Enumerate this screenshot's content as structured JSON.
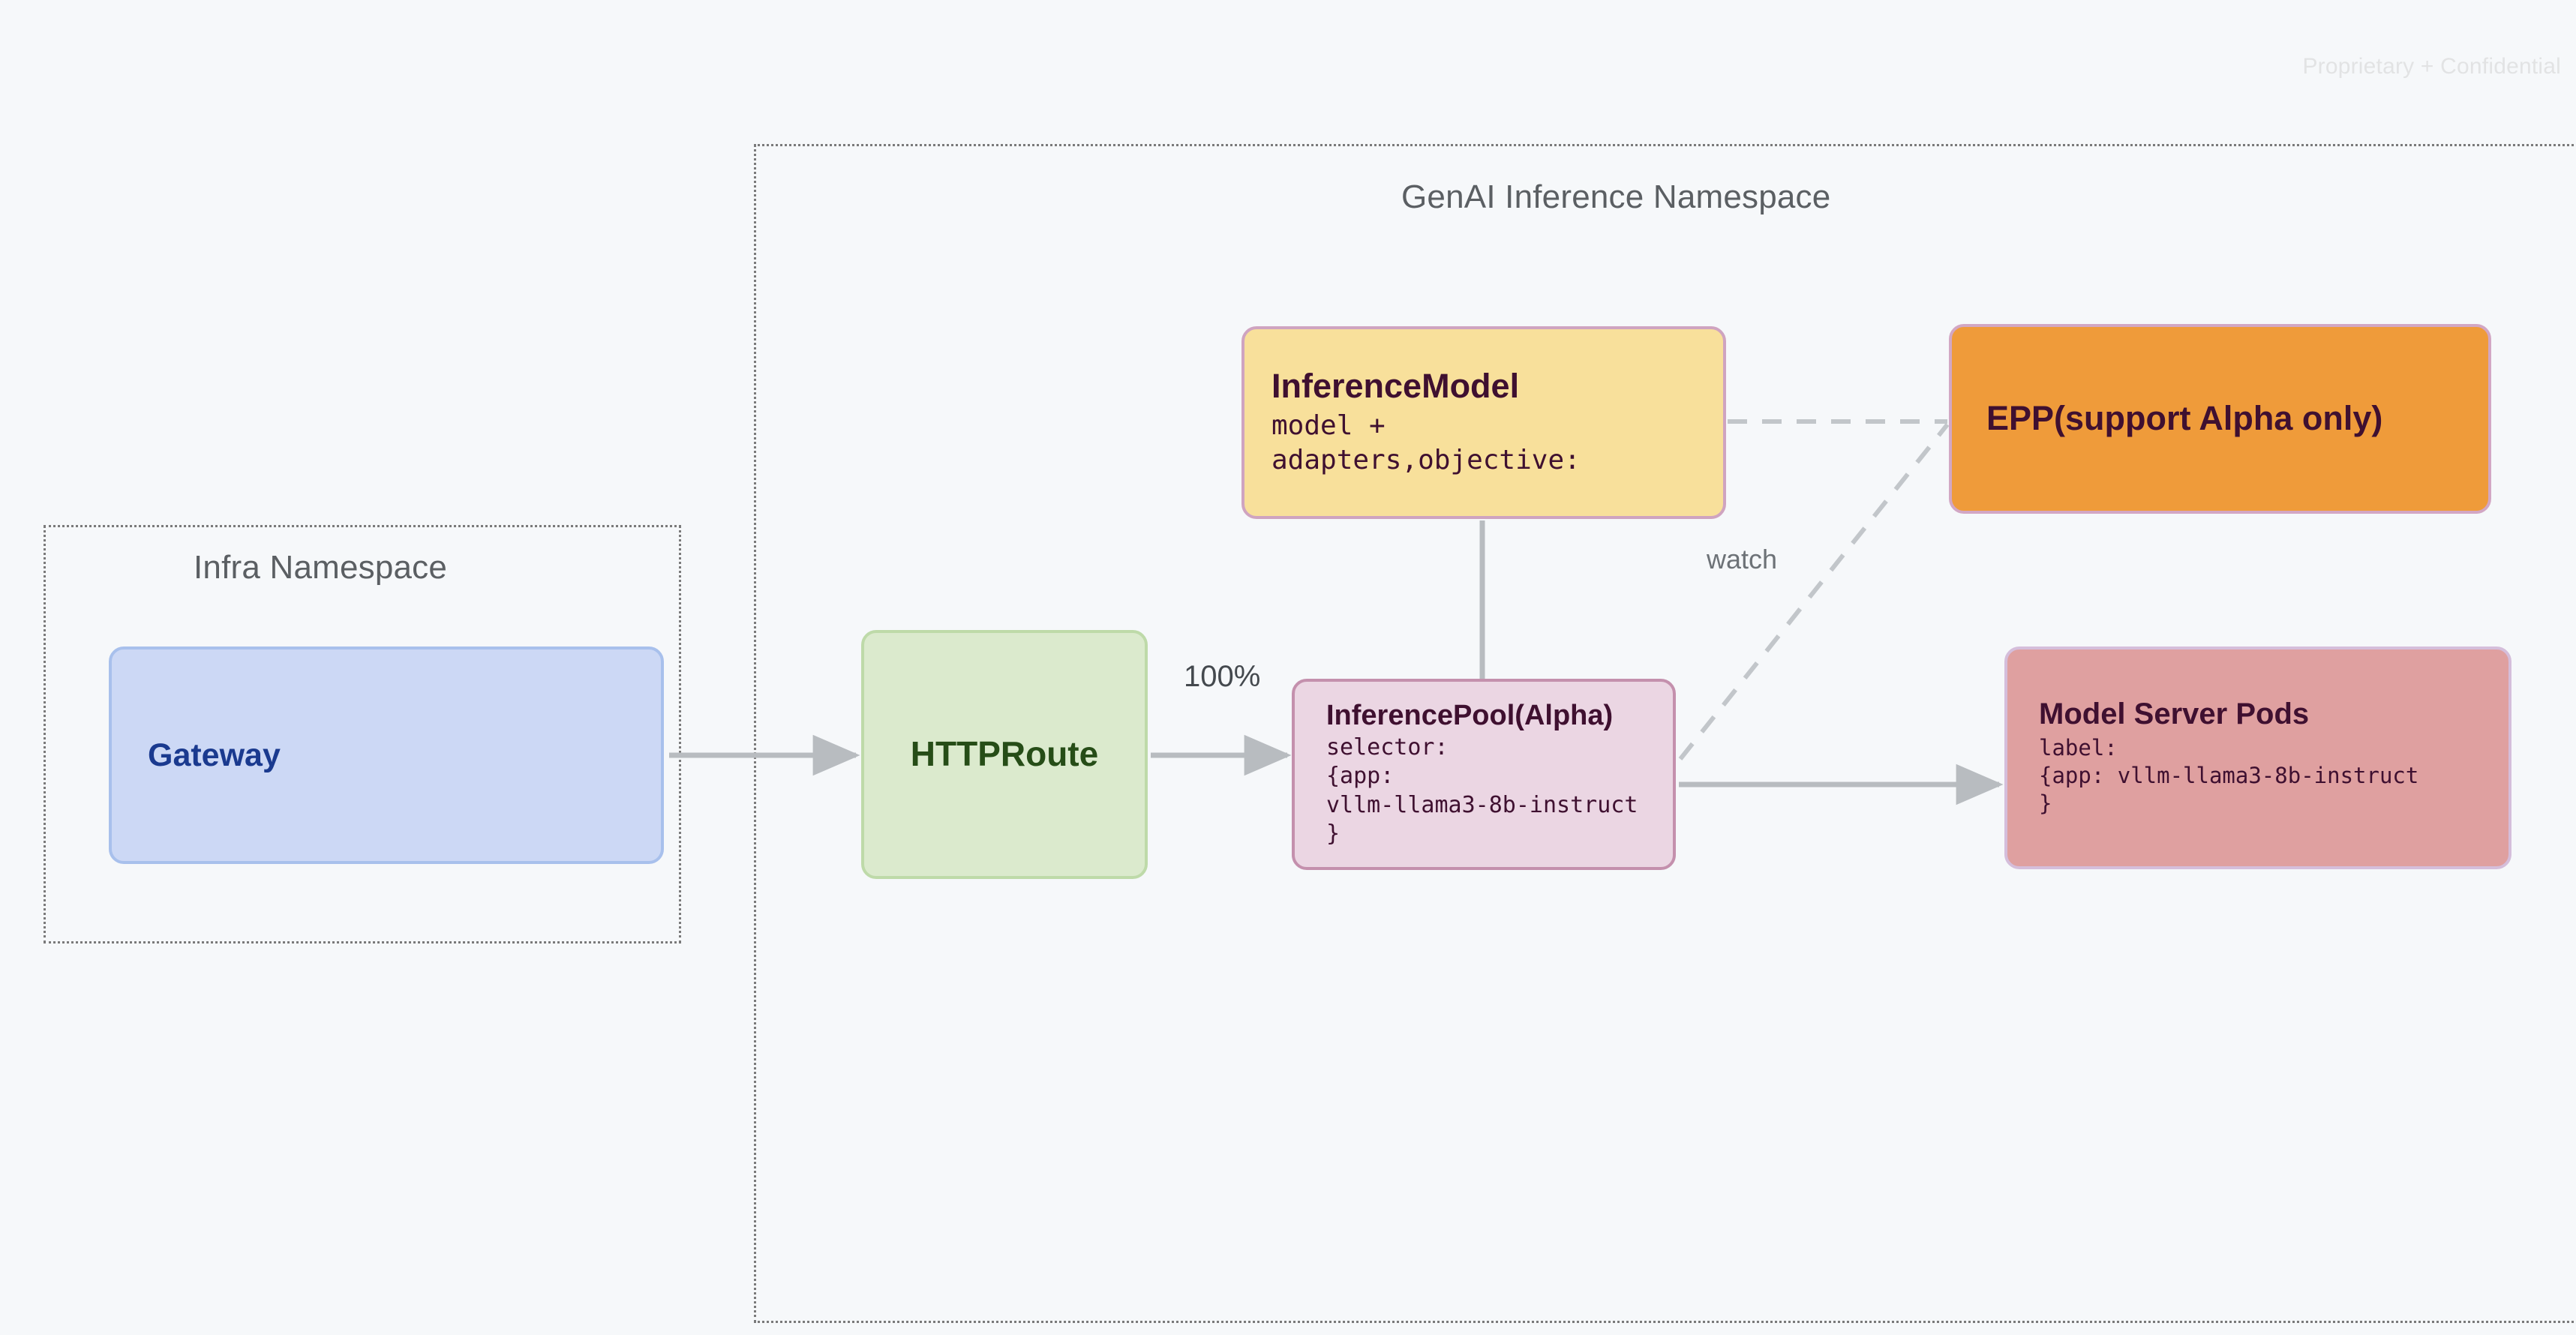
{
  "watermark": "Proprietary + Confidential",
  "namespaces": [
    {
      "id": "infra",
      "title": "Infra Namespace"
    },
    {
      "id": "genai",
      "title": "GenAI Inference Namespace"
    }
  ],
  "nodes": {
    "gateway": {
      "title": "Gateway"
    },
    "httproute": {
      "title": "HTTPRoute"
    },
    "inference_model": {
      "title": "InferenceModel",
      "body": "model +\nadapters,objective:"
    },
    "epp": {
      "title": "EPP(support Alpha only)"
    },
    "inference_pool": {
      "title": "InferencePool(Alpha)",
      "body": "selector:\n{app:\nvllm-llama3-8b-instruct\n}"
    },
    "model_server_pods": {
      "title": "Model Server Pods",
      "body": "label:\n{app: vllm-llama3-8b-instruct\n}"
    }
  },
  "edges": {
    "traffic_split_label": "100%",
    "watch_label": "watch"
  },
  "colors": {
    "canvas_bg": "#f6f8fa",
    "gateway_fill": "#ccd8f5",
    "gateway_text": "#1a3a8f",
    "httproute_fill": "#dbeacd",
    "httproute_text": "#264d17",
    "inference_model_fill": "#f8e09b",
    "epp_fill": "#ef9b3a",
    "inference_pool_fill": "#ebd6e3",
    "model_server_pods_fill": "#dfa0a0",
    "node_text_dark": "#3f1030",
    "connector_gray": "#b8bcc0",
    "namespace_border": "#7a7a7a"
  }
}
